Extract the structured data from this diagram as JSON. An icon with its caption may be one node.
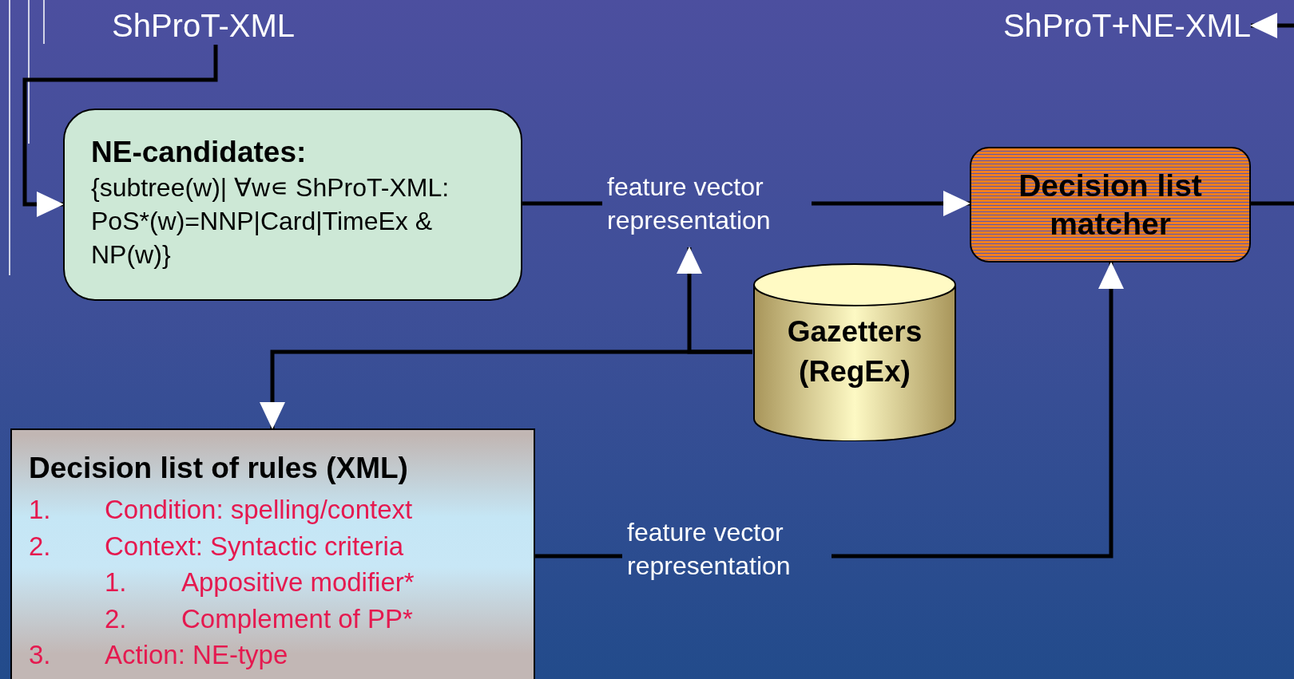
{
  "diagram": {
    "nodes": [
      {
        "text": [
          "ShProT-XML"
        ]
      },
      {
        "text": [
          "ShProT+NE-XML"
        ]
      },
      {
        "text": [
          "NE-candidates:",
          "{subtree(w)| ∀w∊ ShProT-XML: PoS*(w)=NNP|Card|TimeEx & NP(w)}"
        ]
      },
      {
        "text": [
          "Decision list matcher"
        ]
      },
      {
        "text": [
          "Gazetters (RegEx)"
        ]
      },
      {
        "text": [
          "Decision list of rules (XML)",
          "1.",
          "Condition: spelling/context",
          "2.",
          "Context: Syntactic criteria",
          "1.",
          "Appositive modifier*",
          "2.",
          "Complement of PP*",
          "3.",
          "Action: NE-type"
        ]
      }
    ],
    "edges": [
      {
        "from": 0,
        "to": 2,
        "arrow": "to"
      },
      {
        "from": 2,
        "to": 3,
        "arrow": "to",
        "label": "feature vector representation"
      },
      {
        "from": 3,
        "to": null,
        "arrow": "none"
      },
      {
        "from": null,
        "to": 1,
        "arrow": "to"
      },
      {
        "from": 4,
        "to": null,
        "arrow": "to"
      },
      {
        "from": 4,
        "to": 5,
        "arrow": "to"
      },
      {
        "from": 5,
        "to": 3,
        "arrow": "to",
        "label": "feature vector representation"
      }
    ]
  }
}
